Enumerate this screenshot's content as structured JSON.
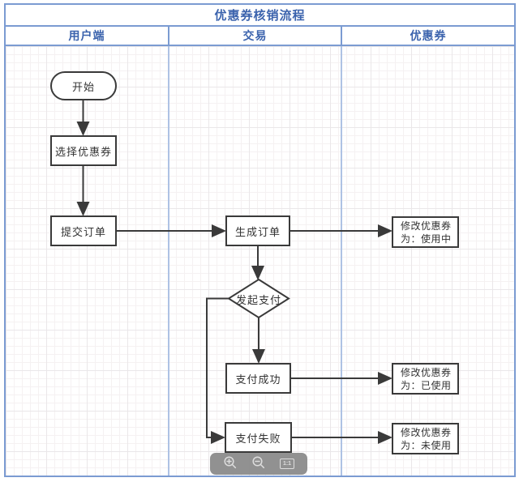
{
  "title": "优惠券核销流程",
  "lanes": [
    "用户端",
    "交易",
    "优惠券"
  ],
  "nodes": {
    "start": "开始",
    "select_coupon": "选择优惠券",
    "submit_order": "提交订单",
    "create_order": "生成订单",
    "initiate_payment": "发起支付",
    "payment_success": "支付成功",
    "payment_failure": "支付失败",
    "coupon_in_use": {
      "line1": "修改优惠券",
      "line2": "为：使用中"
    },
    "coupon_used": {
      "line1": "修改优惠券",
      "line2": "为：已使用"
    },
    "coupon_unused": {
      "line1": "修改优惠券",
      "line2": "为：未使用"
    }
  },
  "toolbar": {
    "zoom_in_icon": "zoom-in-magnifier",
    "zoom_out_icon": "zoom-out-magnifier",
    "actual_size_label": "1:1"
  },
  "colors": {
    "header_text": "#3b63ad",
    "frame_border": "#7b9bd2",
    "lane_divider": "#aec2e4",
    "shape_stroke": "#3a3a3a",
    "toolbar_bg": "#8c8c8c"
  }
}
